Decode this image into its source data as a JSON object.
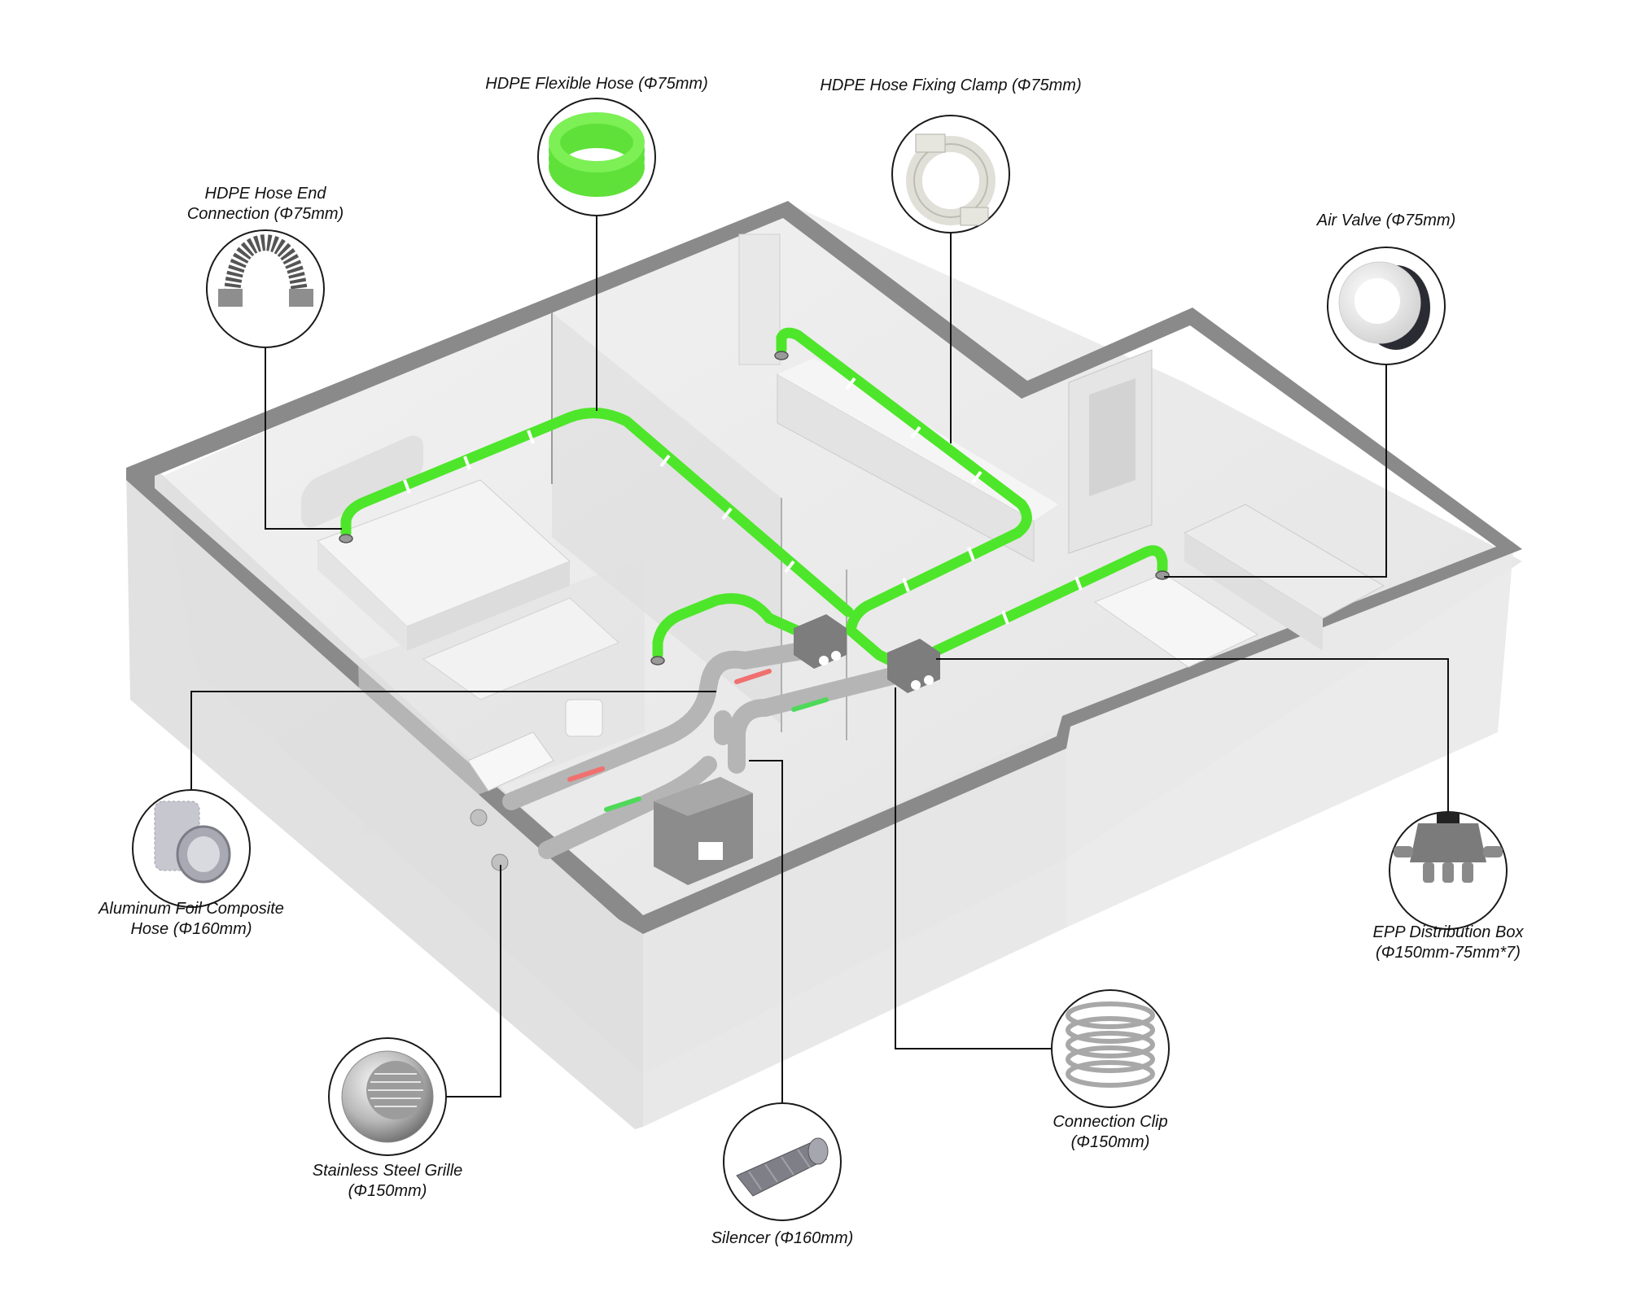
{
  "colors": {
    "background": "#ffffff",
    "wall_top": "#8a8a8a",
    "wall_glass": "#e3e3e3",
    "floor": "#ededed",
    "hdpe_hose": "#4ee62a",
    "hose_clip": "#ffffff",
    "foil_hose": "#b9b9b9",
    "epp_box": "#7d7d7d",
    "supply_arrow": "#4fd95a",
    "exhaust_arrow": "#f07070",
    "callout_line": "#111111",
    "circle_stroke": "#1a1a1a"
  },
  "components": [
    {
      "id": "hose_end",
      "icon": "corrugated-hose-end-connection-icon",
      "label_lines": [
        "HDPE Hose End",
        "Connection (Φ75mm)"
      ]
    },
    {
      "id": "flexible_hose",
      "icon": "green-hose-coil-icon",
      "label_lines": [
        "HDPE Flexible Hose (Φ75mm)"
      ]
    },
    {
      "id": "fixing_clamp",
      "icon": "hose-clamp-icon",
      "label_lines": [
        "HDPE Hose Fixing Clamp (Φ75mm)"
      ]
    },
    {
      "id": "air_valve",
      "icon": "air-valve-icon",
      "label_lines": [
        "Air Valve (Φ75mm)"
      ]
    },
    {
      "id": "foil_hose",
      "icon": "aluminum-foil-hose-icon",
      "label_lines": [
        "Aluminum Foil Composite",
        "Hose (Φ160mm)"
      ]
    },
    {
      "id": "distribution_box",
      "icon": "epp-distribution-box-icon",
      "label_lines": [
        "EPP Distribution Box",
        "(Φ150mm-75mm*7)"
      ]
    },
    {
      "id": "connection_clip",
      "icon": "connection-clip-icon",
      "label_lines": [
        "Connection Clip",
        "(Φ150mm)"
      ]
    },
    {
      "id": "grille",
      "icon": "stainless-steel-grille-icon",
      "label_lines": [
        "Stainless Steel Grille",
        "(Φ150mm)"
      ]
    },
    {
      "id": "silencer",
      "icon": "silencer-icon",
      "label_lines": [
        "Silencer (Φ160mm)"
      ]
    }
  ]
}
